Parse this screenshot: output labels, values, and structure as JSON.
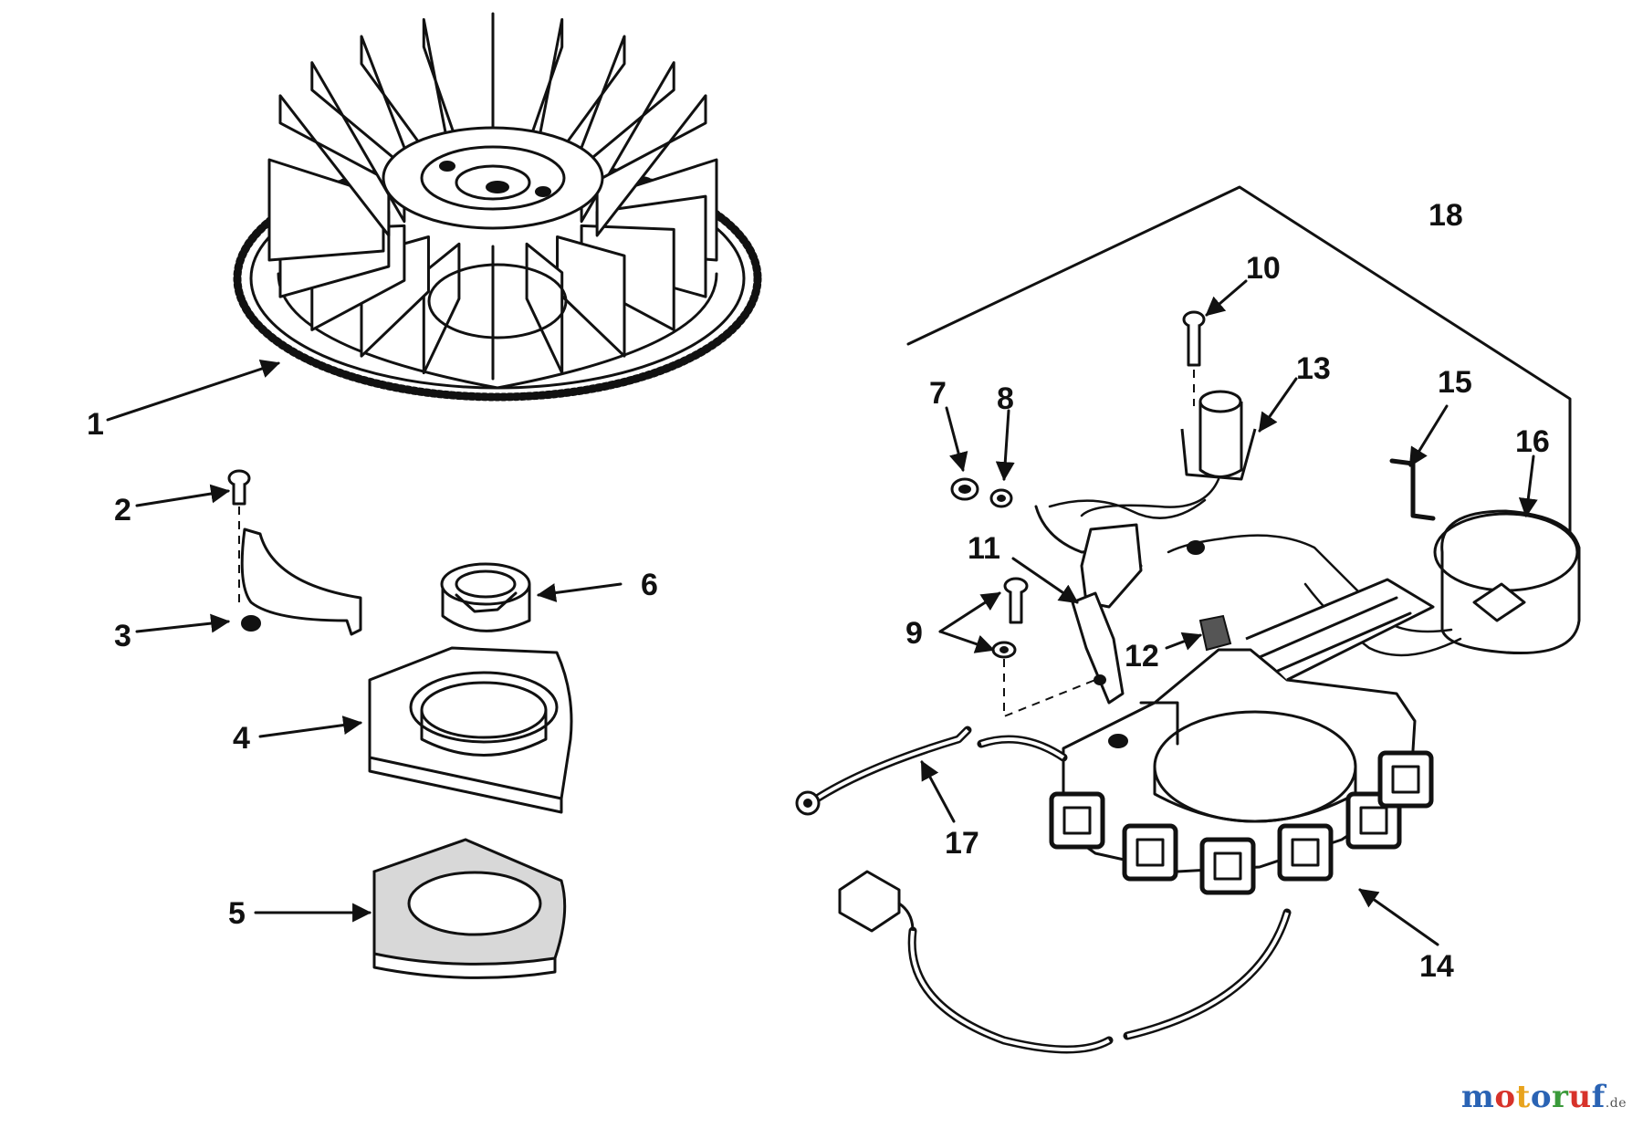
{
  "callouts": {
    "c1": "1",
    "c2": "2",
    "c3": "3",
    "c4": "4",
    "c5": "5",
    "c6": "6",
    "c7": "7",
    "c8": "8",
    "c9": "9",
    "c10": "10",
    "c11": "11",
    "c12": "12",
    "c13": "13",
    "c14": "14",
    "c15": "15",
    "c16": "16",
    "c17": "17",
    "c18": "18"
  },
  "watermark": {
    "letters": [
      "m",
      "o",
      "t",
      "o",
      "r",
      "u",
      "f"
    ],
    "tld": ".de",
    "colors": [
      "#2a63b4",
      "#d7322a",
      "#e8a31d",
      "#2a63b4",
      "#3a9a3a",
      "#d7322a",
      "#2a63b4"
    ]
  },
  "icons": [
    "flywheel-icon",
    "screw-icon",
    "bracket-icon",
    "cam-ring-icon",
    "felt-ring-icon",
    "spacer-icon",
    "nut-icon",
    "washer-icon",
    "breaker-points-icon",
    "capacitor-icon",
    "ignition-coil-icon",
    "stator-plate-icon",
    "connector-icon"
  ]
}
